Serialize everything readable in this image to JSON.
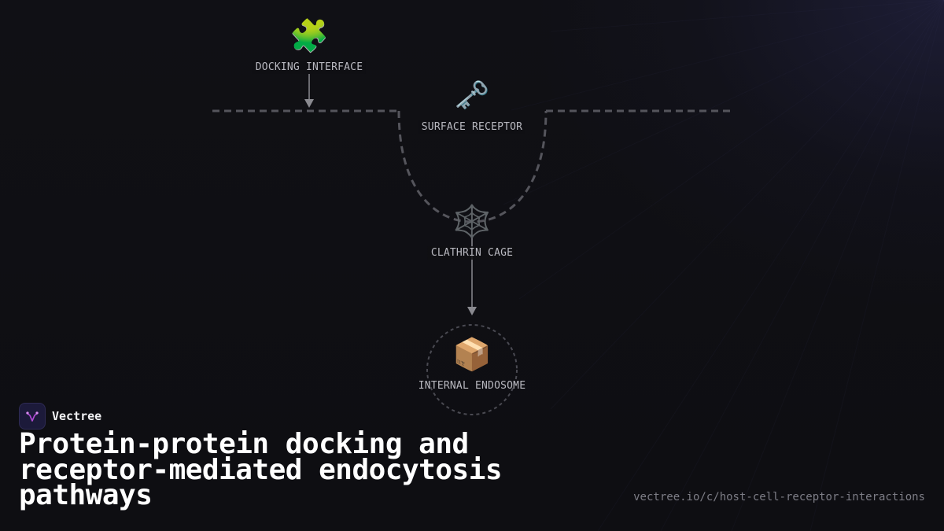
{
  "nodes": {
    "docking": {
      "label": "DOCKING INTERFACE",
      "icon": "🧩",
      "icon_name": "puzzle-piece-icon"
    },
    "receptor": {
      "label": "SURFACE RECEPTOR",
      "icon": "🗝️",
      "icon_name": "key-icon"
    },
    "clathrin": {
      "label": "CLATHRIN CAGE",
      "icon": "🕸️",
      "icon_name": "spider-web-icon"
    },
    "endosome": {
      "label": "INTERNAL ENDOSOME",
      "icon": "📦",
      "icon_name": "package-icon"
    }
  },
  "brand": {
    "name": "Vectree",
    "logo_icon": "vectree-logo-icon",
    "logo_color": "#1c1a3a",
    "logo_accent": "#b14ad6"
  },
  "title": "Protein-protein docking and receptor-mediated endocytosis pathways",
  "url": "vectree.io/c/host-cell-receptor-interactions",
  "colors": {
    "background": "#0f0f13",
    "text_primary": "#ffffff",
    "text_label": "#b9b9c0",
    "text_muted": "#7d7d86",
    "connector": "#8a8a90",
    "dashed_line": "#55555c"
  }
}
